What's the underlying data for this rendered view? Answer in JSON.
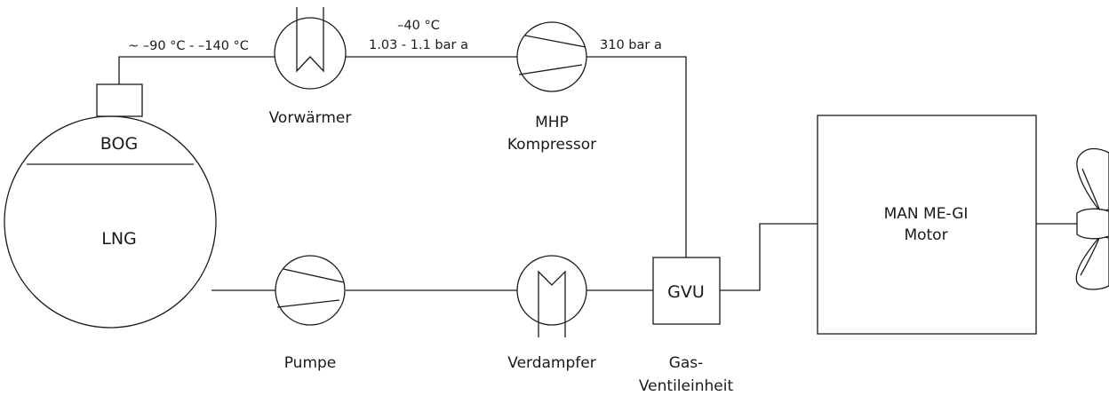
{
  "tank": {
    "bog_label": "BOG",
    "lng_label": "LNG"
  },
  "labels": {
    "temp_tank_outlet": "~ –90 °C - –140 °C",
    "temp_after_preheater": "–40 °C",
    "pressure_after_preheater": "1.03 - 1.1 bar a",
    "pressure_after_compressor": "310 bar a"
  },
  "components": {
    "vorwaermer": "Vorwärmer",
    "compressor_line1": "MHP",
    "compressor_line2": "Kompressor",
    "pump": "Pumpe",
    "evaporator": "Verdampfer",
    "gvu": "GVU",
    "gvu_caption_line1": "Gas-",
    "gvu_caption_line2": "Ventileinheit",
    "engine_line1": "MAN ME-GI",
    "engine_line2": "Motor"
  },
  "icons": [
    "heat-exchanger-icon",
    "compressor-icon",
    "pump-icon",
    "propeller-icon"
  ]
}
